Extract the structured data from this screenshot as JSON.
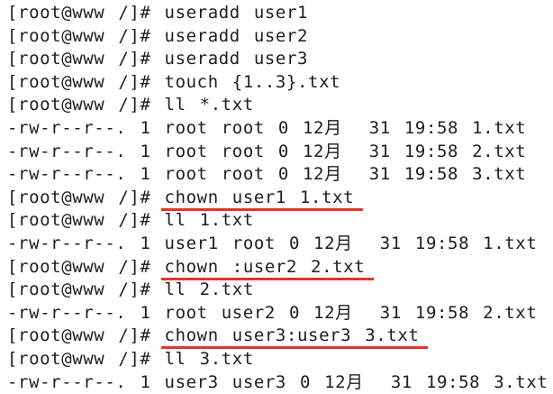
{
  "terminal": {
    "colors": {
      "background": "#ffffff",
      "text": "#1d1d1d",
      "underline_accent": "#e5332b"
    },
    "lines": [
      {
        "prompt": "[root@www /]# ",
        "command": "useradd user1",
        "underline": false
      },
      {
        "prompt": "[root@www /]# ",
        "command": "useradd user2",
        "underline": false
      },
      {
        "prompt": "[root@www /]# ",
        "command": "useradd user3",
        "underline": false
      },
      {
        "prompt": "[root@www /]# ",
        "command": "touch {1..3}.txt",
        "underline": false
      },
      {
        "prompt": "[root@www /]# ",
        "command": "ll *.txt",
        "underline": false
      },
      {
        "output": "-rw-r--r--. 1 root root 0 12月  31 19:58 1.txt"
      },
      {
        "output": "-rw-r--r--. 1 root root 0 12月  31 19:58 2.txt"
      },
      {
        "output": "-rw-r--r--. 1 root root 0 12月  31 19:58 3.txt"
      },
      {
        "prompt": "[root@www /]# ",
        "command": "chown user1 1.txt",
        "underline": true
      },
      {
        "prompt": "[root@www /]# ",
        "command": "ll 1.txt",
        "underline": false
      },
      {
        "output": "-rw-r--r--. 1 user1 root 0 12月  31 19:58 1.txt"
      },
      {
        "prompt": "[root@www /]# ",
        "command": "chown :user2 2.txt",
        "underline": true
      },
      {
        "prompt": "[root@www /]# ",
        "command": "ll 2.txt",
        "underline": false
      },
      {
        "output": "-rw-r--r--. 1 root user2 0 12月  31 19:58 2.txt"
      },
      {
        "prompt": "[root@www /]# ",
        "command": "chown user3:user3 3.txt",
        "underline": true
      },
      {
        "prompt": "[root@www /]# ",
        "command": "ll 3.txt",
        "underline": false
      },
      {
        "output": "-rw-r--r--. 1 user3 user3 0 12月  31 19:58 3.txt"
      }
    ]
  }
}
